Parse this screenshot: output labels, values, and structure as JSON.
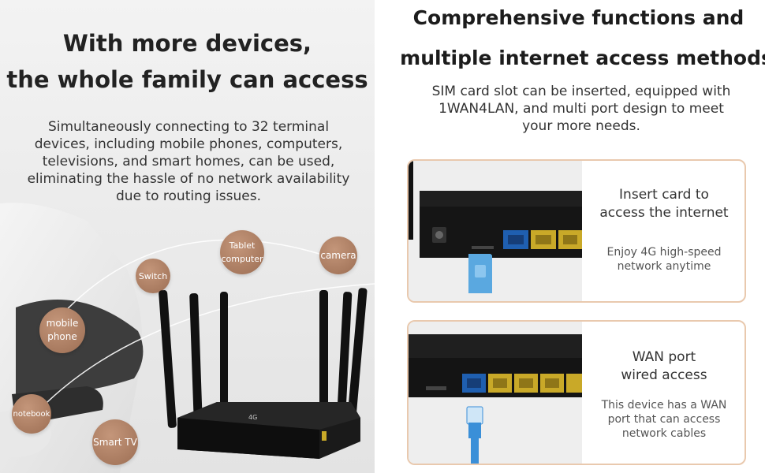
{
  "left": {
    "title_line1": "With more devices,",
    "title_line2": "the whole family can access",
    "description": "Simultaneously connecting to 32 terminal devices, including mobile phones, computers, televisions, and smart homes, can be used, eliminating the hassle of no network availability due to routing issues.",
    "devices": {
      "tablet_line1": "Tablet",
      "tablet_line2": "computer",
      "camera": "camera",
      "switch": "Switch",
      "mobile_line1": "mobile",
      "mobile_line2": "phone",
      "notebook": "notebook",
      "smart_tv": "Smart TV"
    }
  },
  "right": {
    "title_line1": "Comprehensive functions and",
    "title_line2": "multiple internet access methods",
    "description": "SIM card slot can be inserted, equipped with 1WAN4LAN, and multi port design to meet your more needs.",
    "cards": [
      {
        "heading_line1": "Insert card to",
        "heading_line2": "access the internet",
        "sub_line1": "Enjoy 4G high-speed",
        "sub_line2": "network anytime"
      },
      {
        "heading_line1": "WAN port",
        "heading_line2": "wired access",
        "sub_line1": "This device has a WAN",
        "sub_line2": "port that can access",
        "sub_line3": "network cables"
      }
    ]
  },
  "colors": {
    "bubble": "#a87a5f",
    "card_border": "#e9c9ae",
    "wan_port": "#1f5fb0",
    "lan_port": "#c9a928",
    "sim_card": "#5aa8e0",
    "cable": "#3a8fd8"
  }
}
